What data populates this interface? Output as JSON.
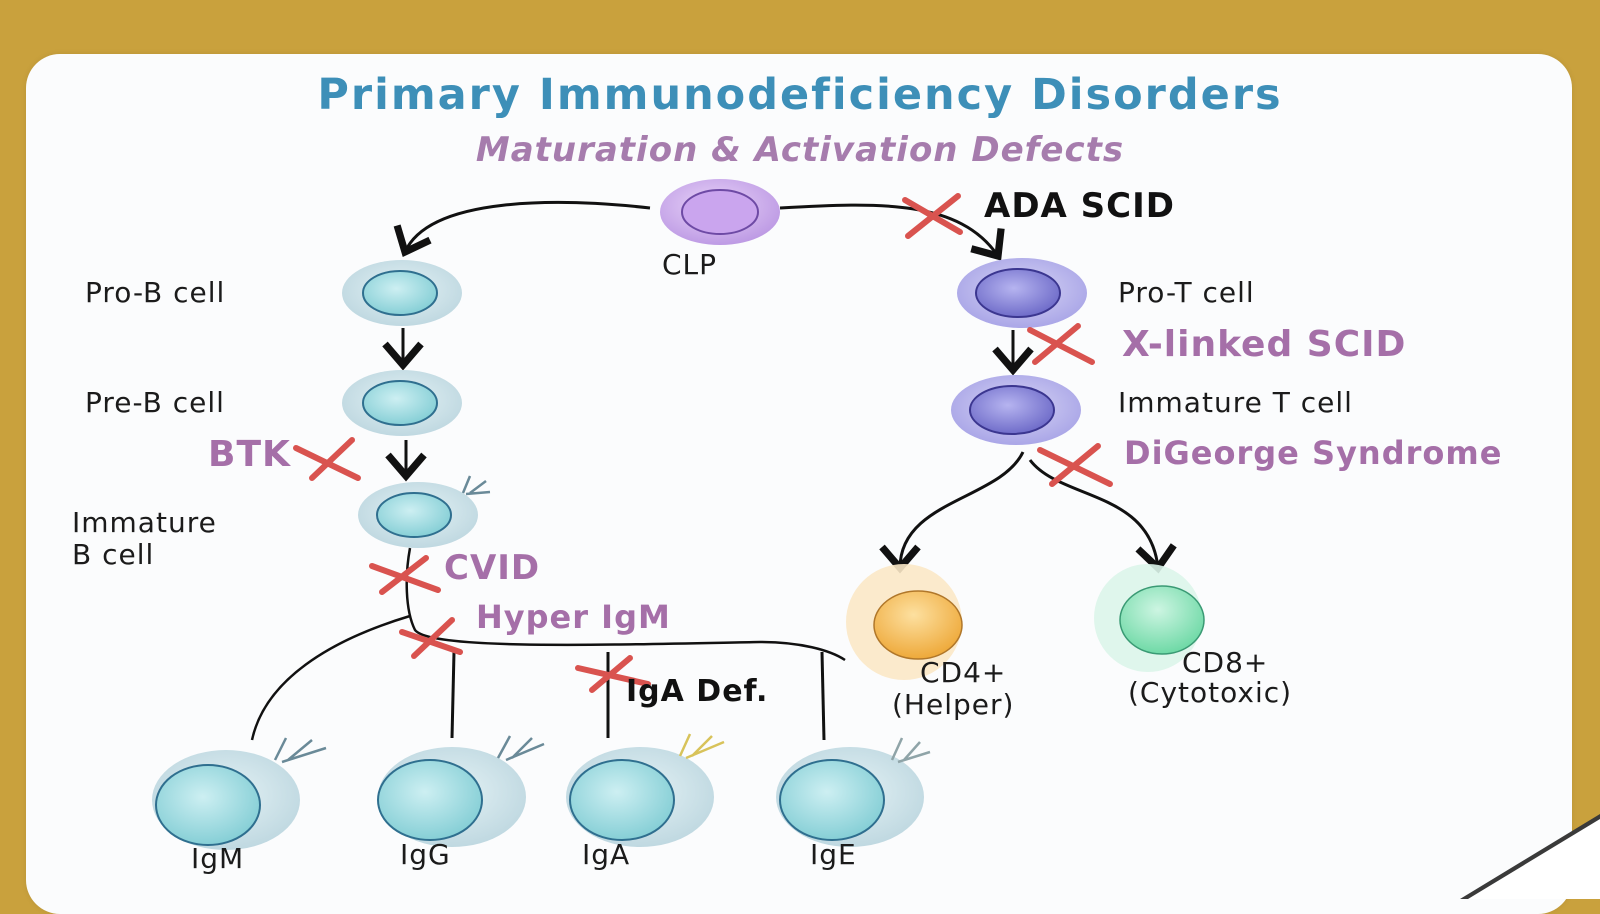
{
  "header": {
    "title": "Primary Immunodeficiency Disorders",
    "subtitle": "Maturation & Activation Defects"
  },
  "cells": {
    "clp": "CLP",
    "pro_b": "Pro-B cell",
    "pre_b": "Pre-B cell",
    "immature_b_line1": "Immature",
    "immature_b_line2": "B cell",
    "pro_t": "Pro-T cell",
    "immature_t": "Immature T cell",
    "cd4_line1": "CD4+",
    "cd4_line2": "(Helper)",
    "cd8_line1": "CD8+",
    "cd8_line2": "(Cytotoxic)",
    "igm": "IgM",
    "igg": "IgG",
    "iga": "IgA",
    "ige": "IgE"
  },
  "defects": {
    "ada_scid": "ADA SCID",
    "x_linked_scid": "X-linked SCID",
    "btk": "BTK",
    "digeorge": "DiGeorge Syndrome",
    "cvid": "CVID",
    "hyper_igm": "Hyper IgM",
    "iga_def": "IgA Def."
  },
  "colors": {
    "background": "#c9a13d",
    "title": "#3d8fb8",
    "subtitle": "#a67cad",
    "defect": "#a56fa8",
    "cross": "#d9534f",
    "b_cell": "#8fd6dc",
    "t_cell": "#8a87d9",
    "clp": "#c79be6",
    "cd4": "#f3b94a",
    "cd8": "#7fe0b2"
  }
}
